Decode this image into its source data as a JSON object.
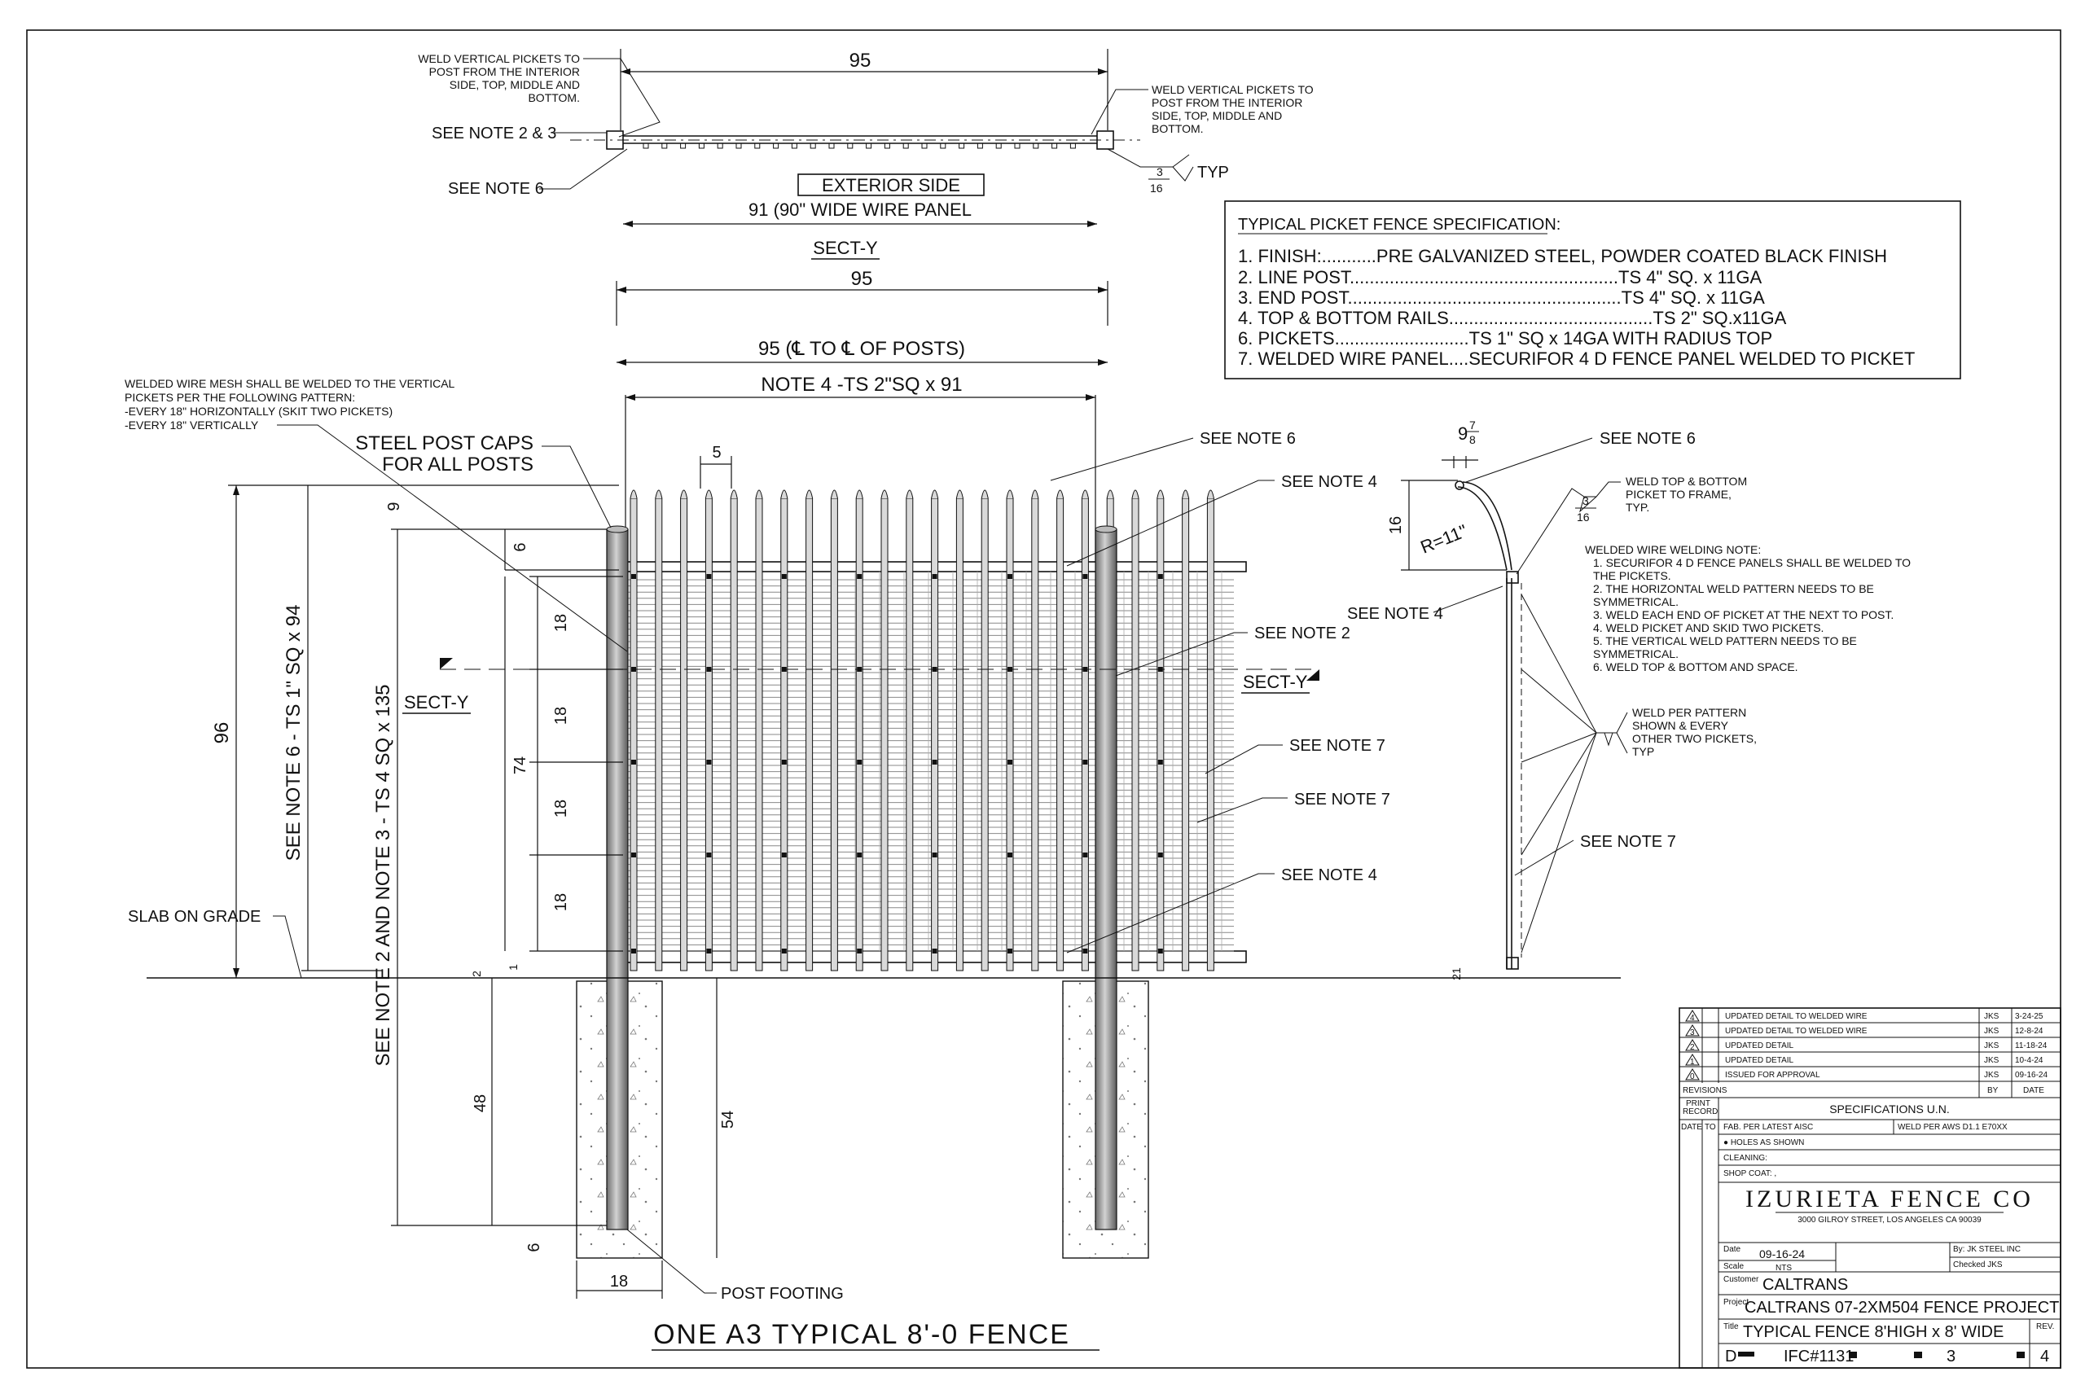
{
  "top_view": {
    "dim_95": "95",
    "note_left": [
      "WELD VERTICAL PICKETS TO",
      "POST FROM THE INTERIOR",
      "SIDE, TOP, MIDDLE AND",
      "BOTTOM."
    ],
    "note_right": [
      "WELD VERTICAL PICKETS TO",
      "POST FROM THE INTERIOR",
      "SIDE, TOP, MIDDLE AND",
      "BOTTOM."
    ],
    "see_note_2_3": "SEE NOTE 2 & 3",
    "see_note_6": "SEE NOTE 6",
    "exterior_side": "EXTERIOR SIDE",
    "panel_dim": "91 (90\" WIDE WIRE PANEL",
    "typ": "TYP",
    "weld_num": "3",
    "weld_den": "16",
    "section_label": "SECT-Y"
  },
  "spec": {
    "title": "TYPICAL PICKET FENCE SPECIFICATION:",
    "items": [
      "1.  FINISH:...........PRE GALVANIZED STEEL, POWDER COATED BLACK FINISH",
      "2.  LINE POST......................................................TS 4\" SQ. x 11GA",
      "3.  END POST.......................................................TS 4\" SQ. x 11GA",
      "4.  TOP & BOTTOM RAILS.........................................TS 2\" SQ.x11GA",
      "6.  PICKETS...........................TS 1\" SQ x 14GA WITH RADIUS TOP",
      "7.  WELDED WIRE PANEL....SECURIFOR 4 D FENCE PANEL WELDED TO PICKET"
    ]
  },
  "elevation": {
    "dim_95": "95",
    "dim_95_cl": "95 (℄ TO ℄ OF POSTS)",
    "dim_note4": "NOTE 4 -TS 2\"SQ x 91",
    "dim_5": "5",
    "mesh_note": [
      "WELDED WIRE MESH SHALL BE WELDED TO THE VERTICAL",
      "PICKETS PER THE FOLLOWING PATTERN:",
      "-EVERY 18\" HORIZONTALLY (SKIT TWO PICKETS)",
      "-EVERY 18\" VERTICALLY"
    ],
    "post_caps": [
      "STEEL POST CAPS",
      "FOR ALL POSTS"
    ],
    "see_note_6": "SEE NOTE 6",
    "see_note_4a": "SEE NOTE 4",
    "see_note_2": "SEE NOTE 2",
    "see_note_7a": "SEE NOTE 7",
    "see_note_7b": "SEE NOTE 7",
    "see_note_4b": "SEE NOTE 4",
    "sect_left": "SECT-Y",
    "sect_right": "SECT-Y",
    "slab": "SLAB ON GRADE",
    "dim_96": "96",
    "vert_note_6": "SEE NOTE 6 - TS 1\" SQ x 94",
    "vert_note_2_3": "SEE NOTE 2 AND NOTE 3 - TS 4 SQ x 135",
    "dim_9": "9",
    "dim_6": "6",
    "dim_18a": "18",
    "dim_18b": "18",
    "dim_18c": "18",
    "dim_18d": "18",
    "dim_74": "74",
    "dim_1": "1",
    "dim_2": "2",
    "dim_48": "48",
    "dim_54": "54",
    "dim_6b": "6",
    "dim_18_footing": "18",
    "post_footing": "POST FOOTING",
    "view_title": "ONE A3 TYPICAL 8'-0 FENCE"
  },
  "side_section": {
    "dim_9_7_8_whole": "9",
    "dim_9_7_8_num": "7",
    "dim_9_7_8_den": "8",
    "see_note_6": "SEE NOTE 6",
    "dim_16": "16",
    "radius": "R=11\"",
    "weld_top": [
      "WELD TOP & BOTTOM",
      "PICKET TO FRAME,",
      "TYP."
    ],
    "weld_num": "3",
    "weld_den": "16",
    "see_note_4": "SEE NOTE 4",
    "welding_note": [
      "WELDED WIRE WELDING NOTE:",
      "1. SECURIFOR 4 D FENCE PANELS SHALL BE WELDED TO",
      "    THE PICKETS.",
      "2. THE HORIZONTAL WELD PATTERN NEEDS TO BE",
      "    SYMMETRICAL.",
      "3. WELD EACH END OF PICKET AT THE NEXT TO POST.",
      "4. WELD PICKET AND SKID TWO PICKETS.",
      "5. THE VERTICAL WELD PATTERN NEEDS TO BE",
      "    SYMMETRICAL.",
      "6. WELD TOP & BOTTOM AND SPACE."
    ],
    "weld_pattern": [
      "WELD PER PATTERN",
      "SHOWN & EVERY",
      "OTHER TWO PICKETS,",
      "TYP"
    ],
    "see_note_7": "SEE NOTE 7",
    "dim_21": "21"
  },
  "title_block": {
    "revisions": [
      {
        "num": "4",
        "desc": "UPDATED DETAIL TO WELDED WIRE",
        "by": "JKS",
        "date": "3-24-25"
      },
      {
        "num": "3",
        "desc": "UPDATED DETAIL TO WELDED WIRE",
        "by": "JKS",
        "date": "12-8-24"
      },
      {
        "num": "2",
        "desc": "UPDATED DETAIL",
        "by": "JKS",
        "date": "11-18-24"
      },
      {
        "num": "1",
        "desc": "UPDATED DETAIL",
        "by": "JKS",
        "date": "10-4-24"
      },
      {
        "num": "0",
        "desc": "ISSUED FOR APPROVAL",
        "by": "JKS",
        "date": "09-16-24"
      }
    ],
    "revisions_label": "REVISIONS",
    "by_label": "BY",
    "date_label": "DATE",
    "print_record": [
      "PRINT",
      "RECORD"
    ],
    "specifications": "SPECIFICATIONS  U.N.",
    "date_col": "DATE",
    "to_col": "TO",
    "fab": "FAB. PER LATEST AISC",
    "weld": "WELD PER AWS D1.1 E70XX",
    "holes": "● HOLES AS SHOWN",
    "cleaning": "CLEANING:",
    "shop_coat": "SHOP COAT: ,",
    "company": "IZURIETA FENCE CO",
    "address": "3000 GILROY STREET, LOS ANGELES CA 90039",
    "date_label2": "Date",
    "date_value": "09-16-24",
    "by_value": "By: JK STEEL INC",
    "scale_label": "Scale",
    "scale_value": "NTS",
    "checked": "Checked JKS",
    "customer_label": "Customer",
    "customer_value": "CALTRANS",
    "project_label": "Project",
    "project_value": "CALTRANS 07-2XM504 FENCE PROJECT",
    "title_label": "Title",
    "title_value": "TYPICAL FENCE 8'HIGH x 8' WIDE",
    "rev_label": "REV.",
    "size": "D",
    "dwg_no": "IFC#1131",
    "sheet": "3",
    "rev_value": "4"
  }
}
